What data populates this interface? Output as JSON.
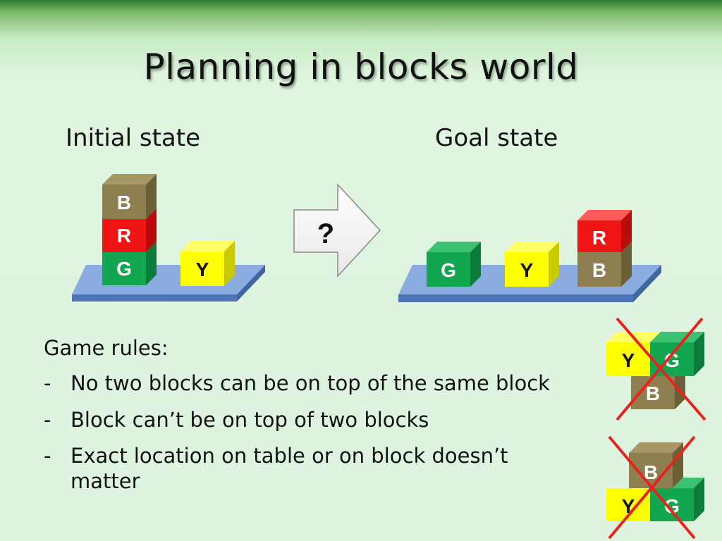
{
  "slide": {
    "title": "Planning in blocks world",
    "initial_label": "Initial state",
    "goal_label": "Goal state",
    "transition_symbol": "?"
  },
  "blocks": {
    "initial": {
      "top": "B",
      "middle": "R",
      "bottom": "G",
      "side": "Y"
    },
    "goal": {
      "left": "G",
      "middle": "Y",
      "stack_top": "R",
      "stack_bottom": "B"
    },
    "invalid_1": {
      "left": "Y",
      "right": "G",
      "bottom": "B"
    },
    "invalid_2": {
      "top": "B",
      "left": "Y",
      "right": "G"
    }
  },
  "rules": {
    "heading": "Game rules:",
    "items": [
      {
        "dash": "-",
        "text": "No two blocks can be on top of the same block"
      },
      {
        "dash": "-",
        "text": "Block can’t be on top of two blocks"
      },
      {
        "dash": "-",
        "text": "Exact location on table or on block doesn’t matter"
      }
    ]
  },
  "colors": {
    "brown": "#8d7f50",
    "red": "#f01414",
    "green": "#13a651",
    "yellow": "#ffff00",
    "table": "#6f97d2",
    "cross": "#e8231d"
  }
}
